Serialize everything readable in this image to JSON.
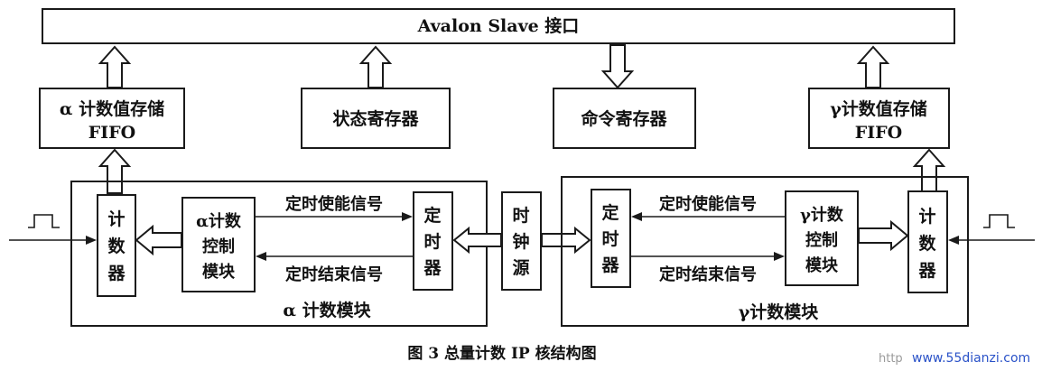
{
  "interface": "Avalon Slave 接口",
  "alpha_fifo": {
    "line1": "α 计数值存储",
    "line2": "FIFO"
  },
  "status_reg": "状态寄存器",
  "command_reg": "命令寄存器",
  "gamma_fifo": {
    "line1": "γ计数值存储",
    "line2": "FIFO"
  },
  "alpha_module": {
    "counter": [
      "计",
      "数",
      "器"
    ],
    "control": [
      "α计数",
      "控制",
      "模块"
    ],
    "timer": [
      "定",
      "时",
      "器"
    ],
    "enable_signal": "定时使能信号",
    "end_signal": "定时结束信号",
    "label": "α 计数模块"
  },
  "clock": [
    "时",
    "钟",
    "源"
  ],
  "gamma_module": {
    "timer": [
      "定",
      "时",
      "器"
    ],
    "control": [
      "γ计数",
      "控制",
      "模块"
    ],
    "counter": [
      "计",
      "数",
      "器"
    ],
    "enable_signal": "定时使能信号",
    "end_signal": "定时结束信号",
    "label": "γ计数模块"
  },
  "caption": "图 3  总量计数 IP 核结构图",
  "watermark": {
    "prefix": "http",
    "site": "www.55dianzi.com"
  }
}
